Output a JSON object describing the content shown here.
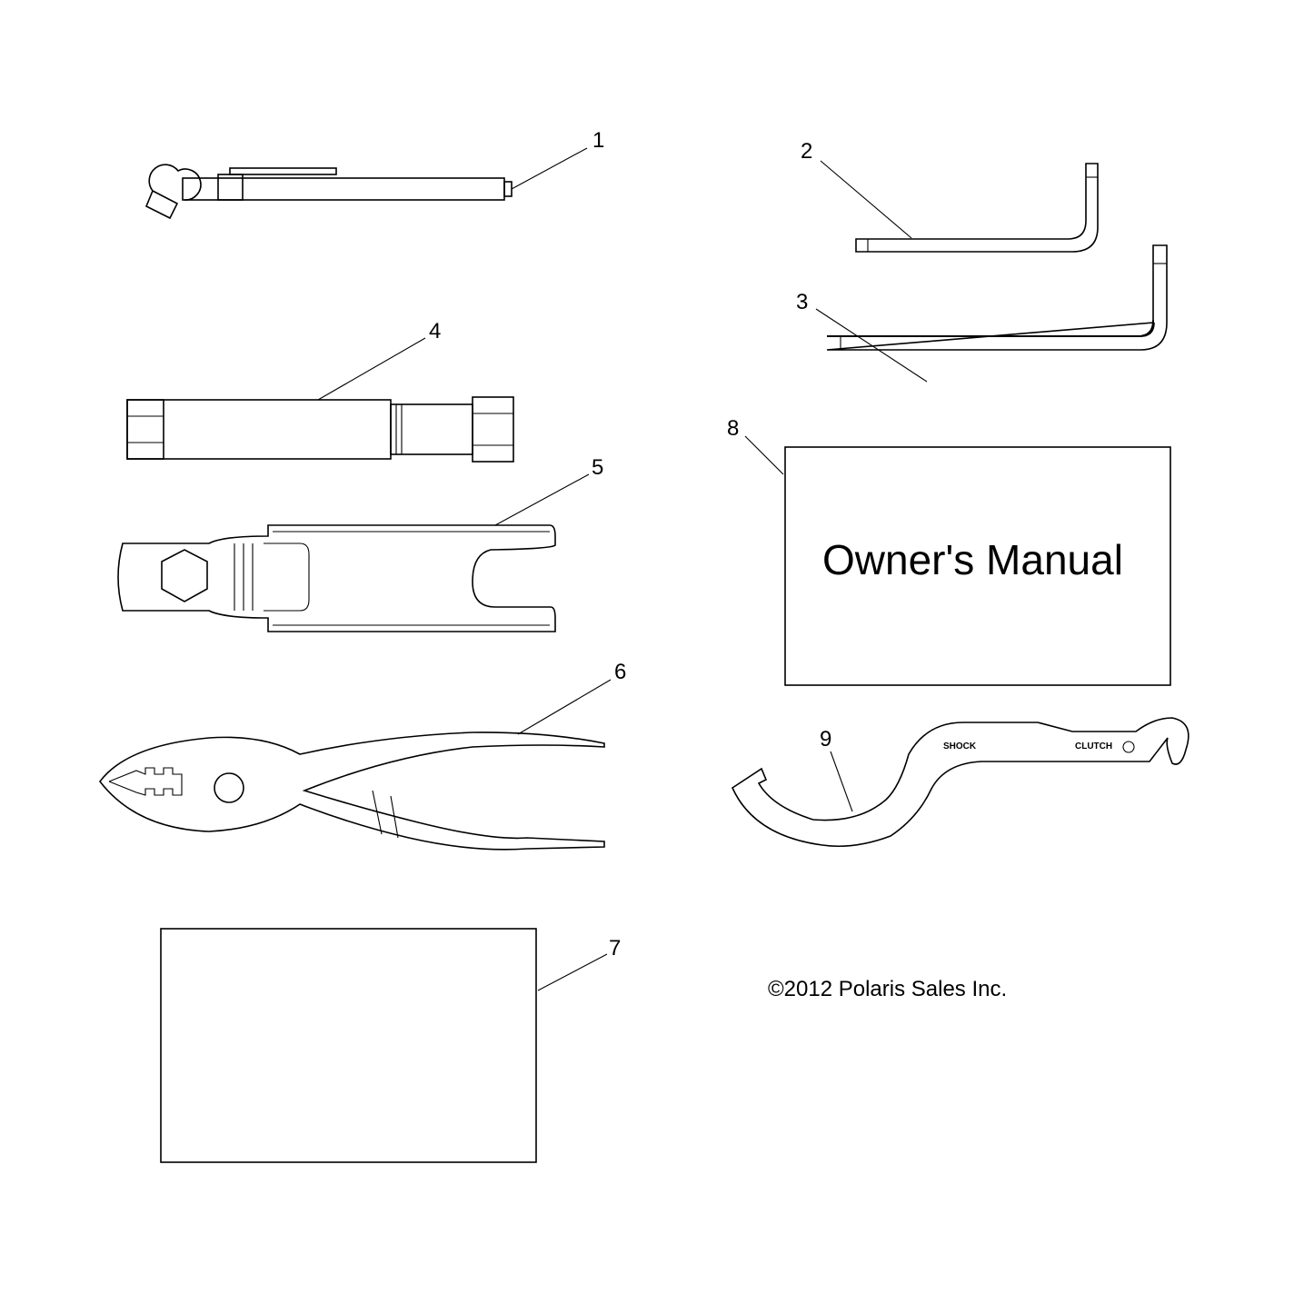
{
  "diagram": {
    "callouts": [
      "1",
      "2",
      "3",
      "4",
      "5",
      "6",
      "7",
      "8",
      "9"
    ],
    "manual_title": "Owner's Manual",
    "spanner_labels": {
      "shock": "SHOCK",
      "clutch": "CLUTCH"
    },
    "copyright": "©2012 Polaris Sales Inc."
  }
}
